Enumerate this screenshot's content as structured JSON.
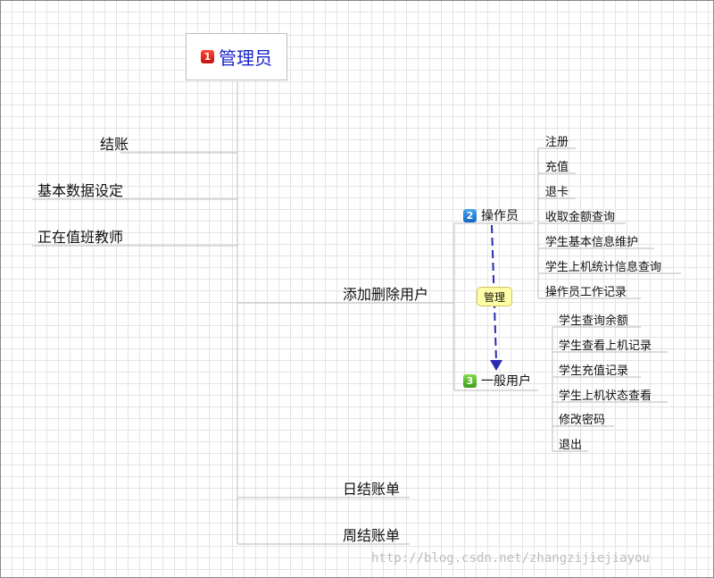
{
  "root": {
    "number": "1",
    "label": "管理员"
  },
  "main_branches": {
    "checkout": "结账",
    "basic_data": "基本数据设定",
    "on_duty": "正在值班教师",
    "add_delete_users": "添加删除用户",
    "daily_bill": "日结账单",
    "weekly_bill": "周结账单"
  },
  "operator": {
    "number": "2",
    "label": "操作员",
    "items": [
      "注册",
      "充值",
      "退卡",
      "收取金额查询",
      "学生基本信息维护",
      "学生上机统计信息查询",
      "操作员工作记录"
    ]
  },
  "general_user": {
    "number": "3",
    "label": "一般用户",
    "items": [
      "学生查询余额",
      "学生查看上机记录",
      "学生充值记录",
      "学生上机状态查看",
      "修改密码",
      "退出"
    ]
  },
  "relationship_label": "管理",
  "watermark": "http://blog.csdn.net/zhangzijiejiayou",
  "colors": {
    "root_text": "#1a24c8",
    "arrow": "#2a2ab0",
    "badge_1": "#d4140e",
    "badge_2": "#1e7fd6",
    "badge_3": "#5cbf2a",
    "relationship_fill": "#ffffa8"
  }
}
